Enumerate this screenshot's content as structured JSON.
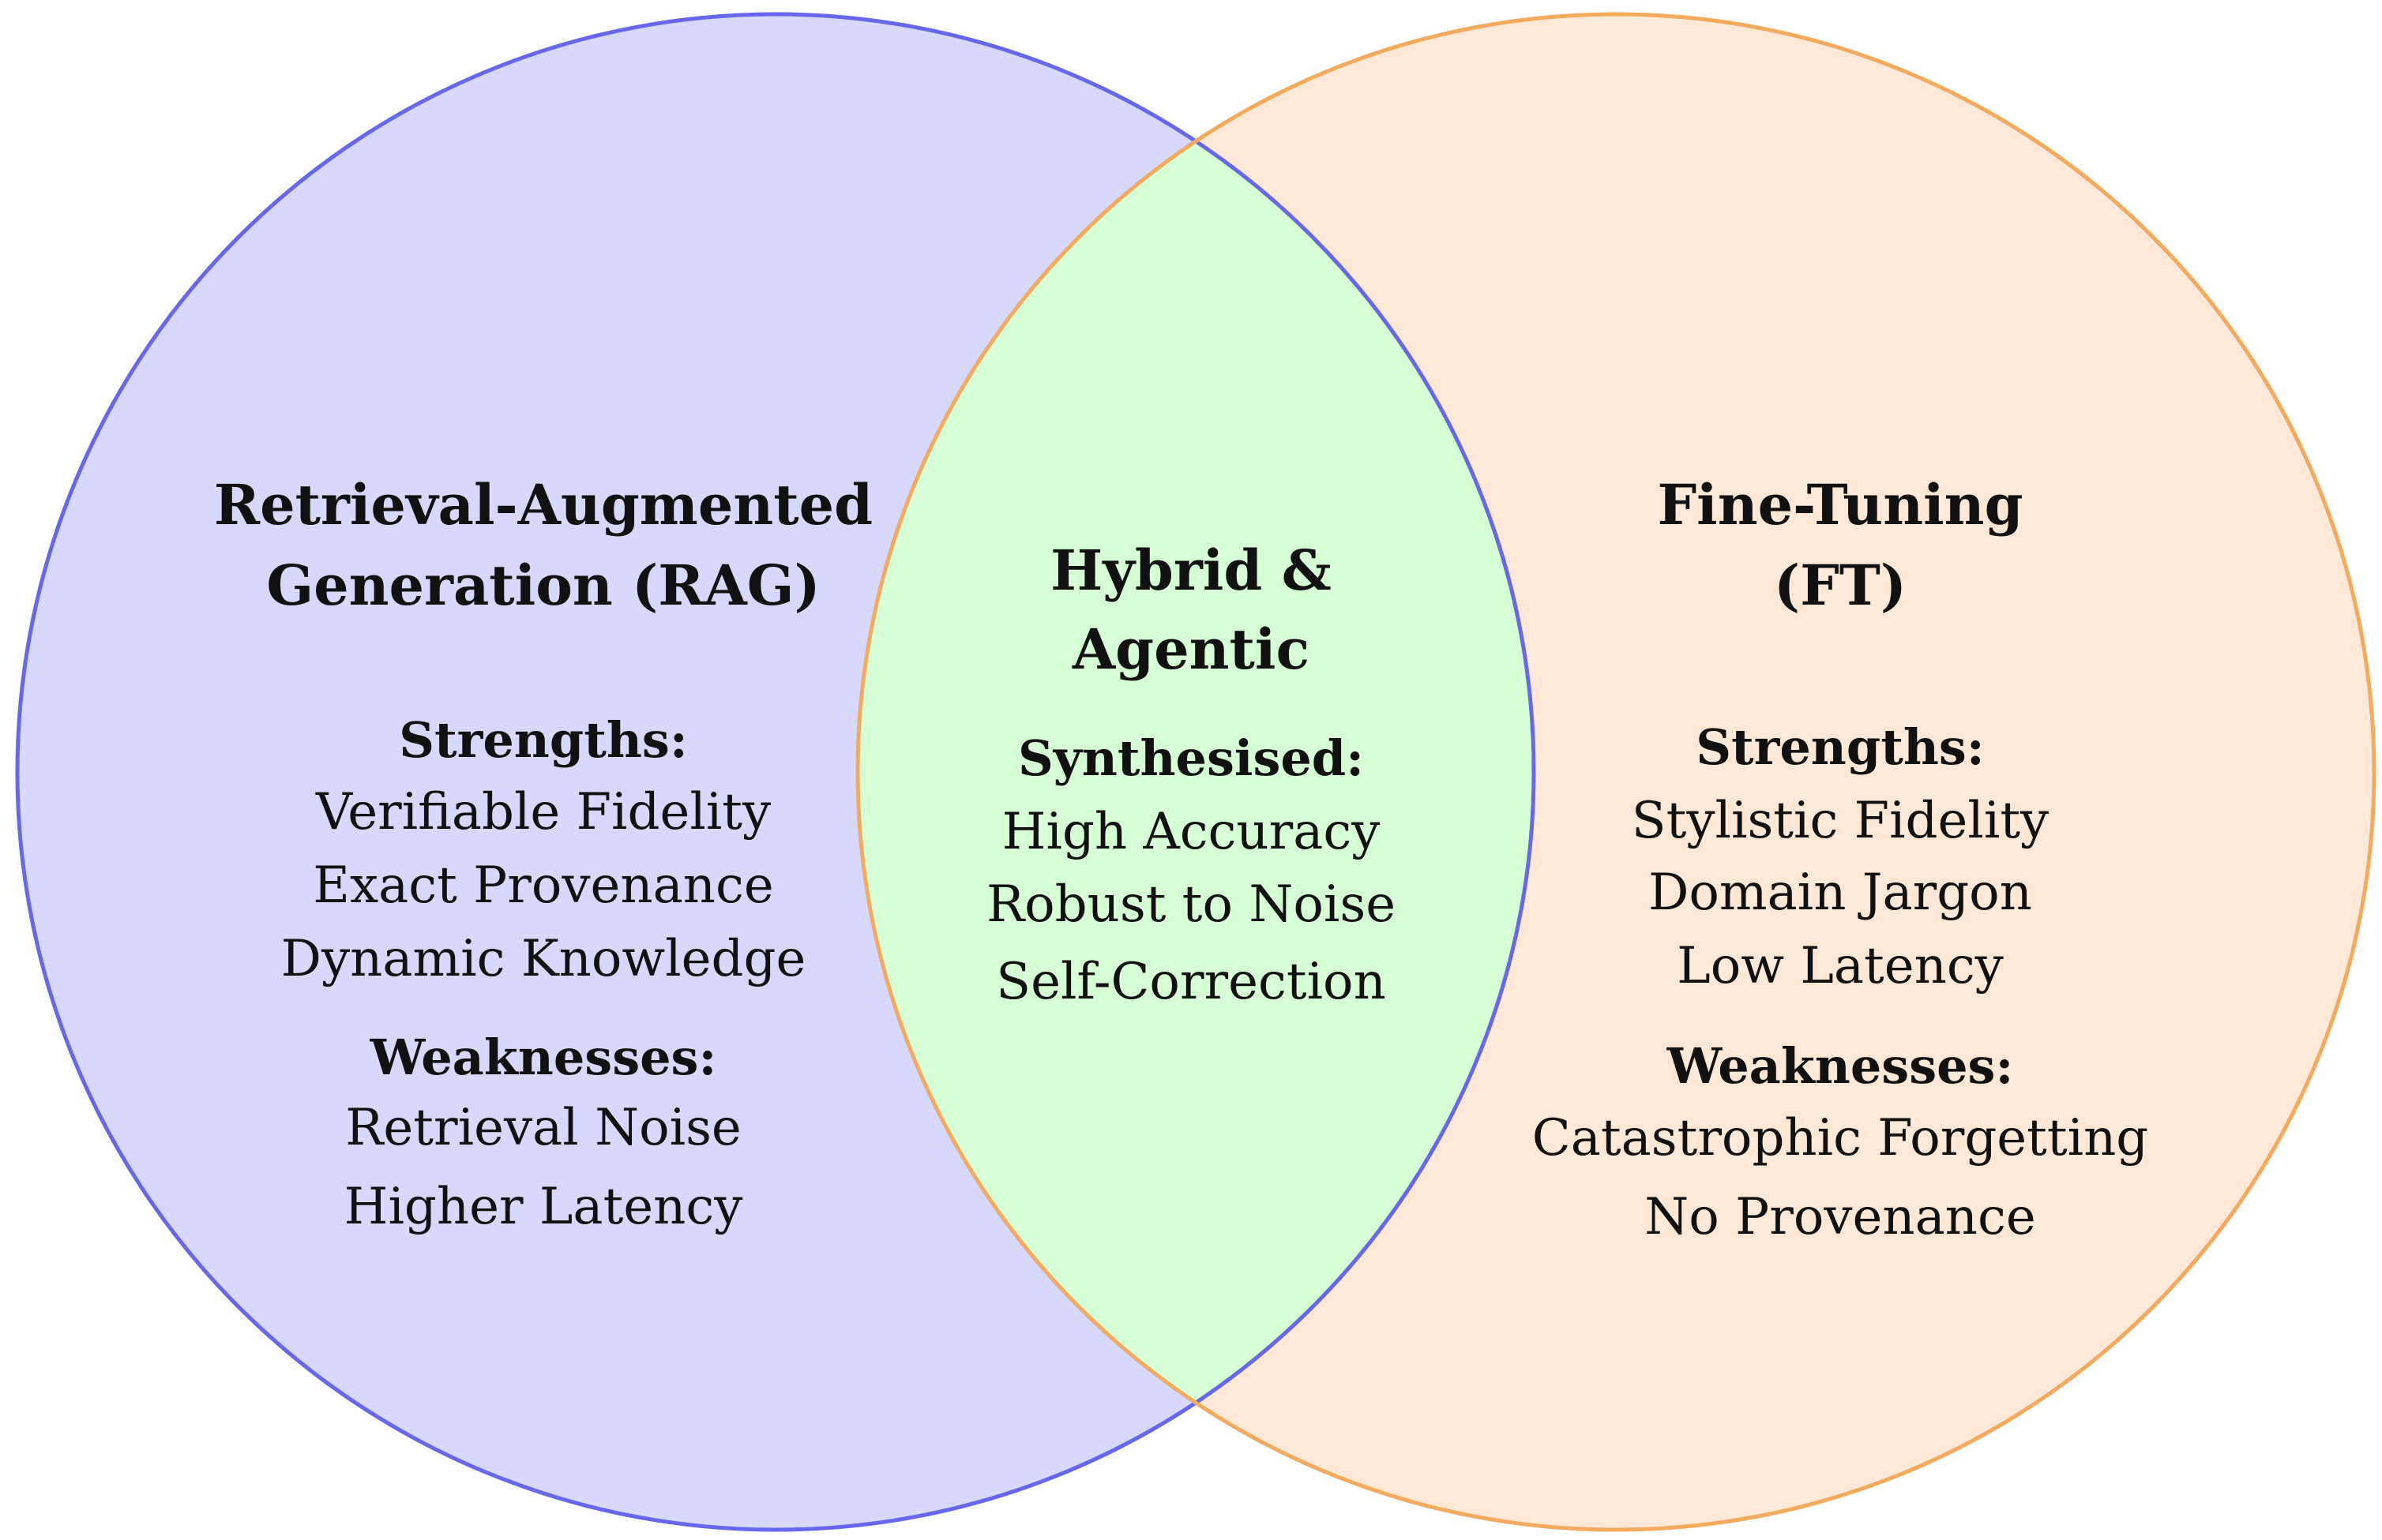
{
  "colors": {
    "rag_fill": "#d8d8ff",
    "rag_stroke": "#6666ee",
    "ft_fill": "#ffe9d6",
    "ft_stroke": "#f5a95c",
    "overlap_fill": "#d6ffd6",
    "text": "#111111"
  },
  "rag": {
    "title_line1": "Retrieval-Augmented",
    "title_line2": "Generation (RAG)",
    "strengths_label": "Strengths:",
    "strengths": [
      "Verifiable Fidelity",
      "Exact Provenance",
      "Dynamic Knowledge"
    ],
    "weaknesses_label": "Weaknesses:",
    "weaknesses": [
      "Retrieval Noise",
      "Higher Latency"
    ]
  },
  "hybrid": {
    "title_line1": "Hybrid &",
    "title_line2": "Agentic",
    "synthesised_label": "Synthesised:",
    "items": [
      "High Accuracy",
      "Robust to Noise",
      "Self-Correction"
    ]
  },
  "ft": {
    "title_line1": "Fine-Tuning",
    "title_line2": "(FT)",
    "strengths_label": "Strengths:",
    "strengths": [
      "Stylistic Fidelity",
      "Domain Jargon",
      "Low Latency"
    ],
    "weaknesses_label": "Weaknesses:",
    "weaknesses": [
      "Catastrophic Forgetting",
      "No Provenance"
    ]
  }
}
